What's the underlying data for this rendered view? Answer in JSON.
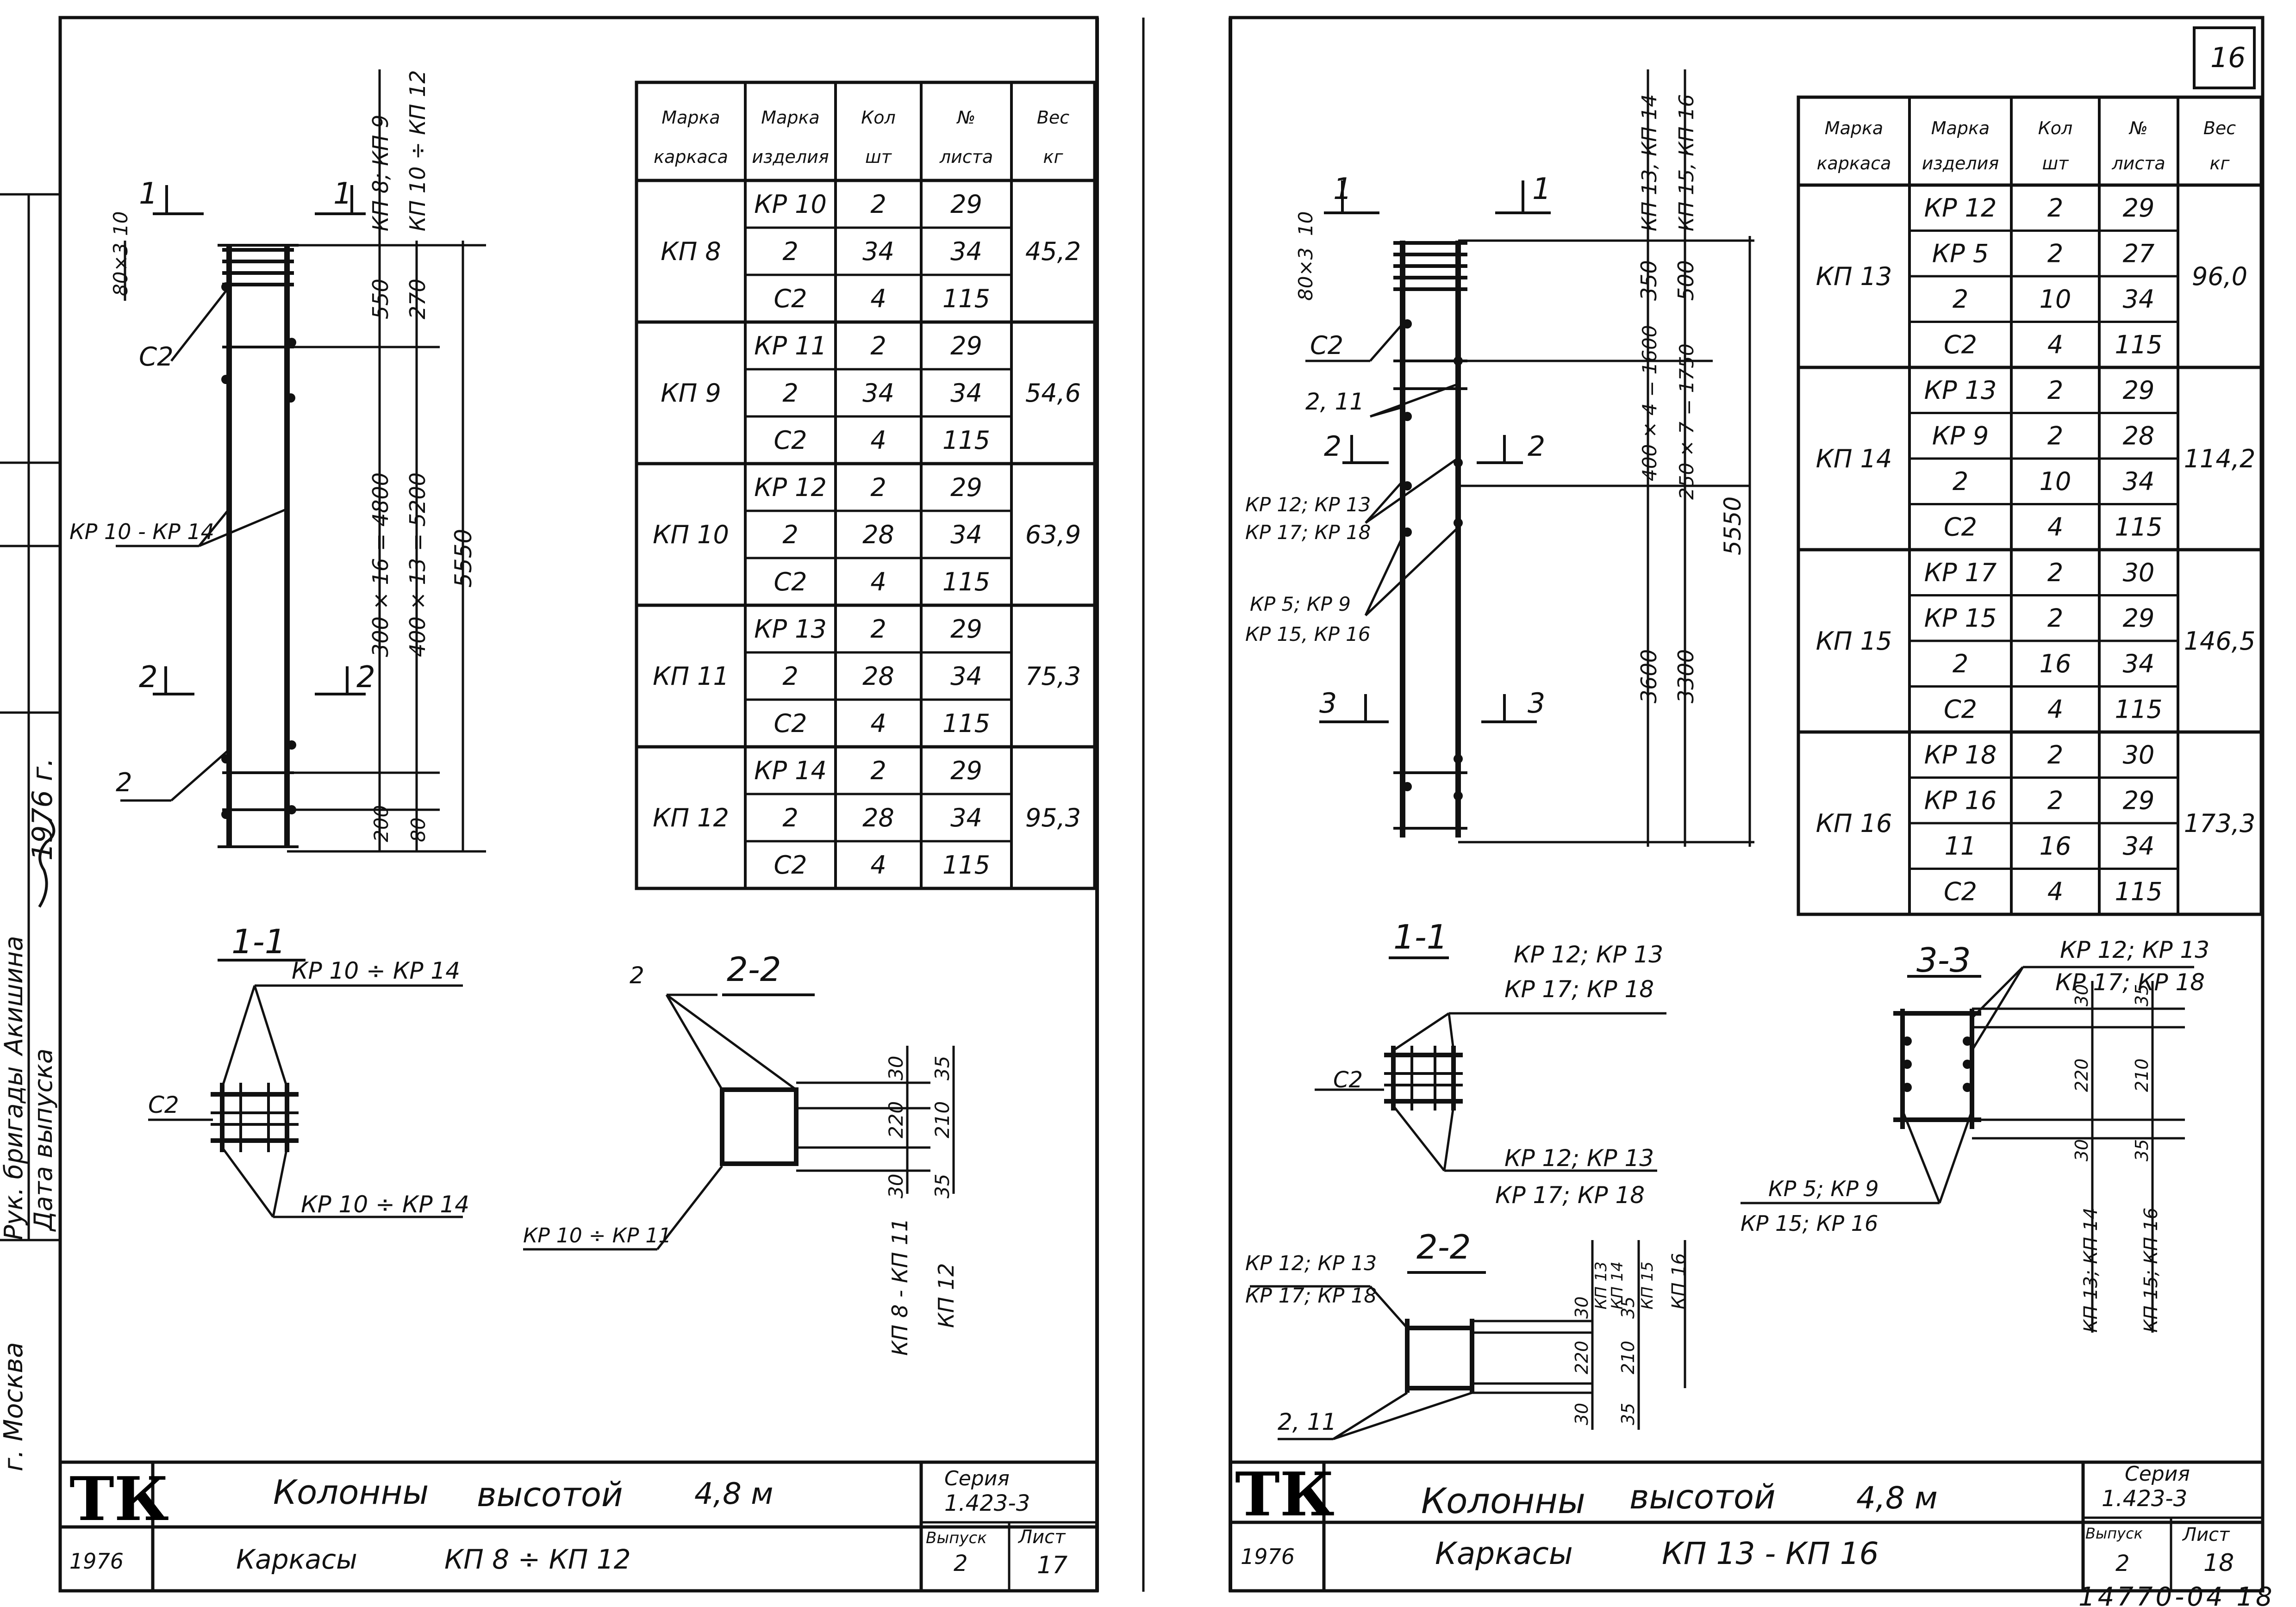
{
  "sheets": [
    {
      "title_block": {
        "logo": "ТК",
        "year": "1976",
        "title_line1": "Колонны",
        "title_line1b": "высотой",
        "title_height": "4,8 м",
        "title_line2": "Каркасы",
        "title_range": "КП 8 ÷ КП 12",
        "series_label": "Серия",
        "series_value": "1.423-3",
        "issue_label": "Выпуск",
        "issue_value": "2",
        "sheet_label": "Лист",
        "sheet_value": "17"
      },
      "table": {
        "headers": [
          "Марка каркаса",
          "Марка изделия",
          "Кол шт",
          "№ листа",
          "Вес кг"
        ],
        "groups": [
          {
            "frame": "КП 8",
            "weight": "45,2",
            "rows": [
              [
                "КР 10",
                "2",
                "29"
              ],
              [
                "2",
                "34",
                "34"
              ],
              [
                "С2",
                "4",
                "115"
              ]
            ]
          },
          {
            "frame": "КП 9",
            "weight": "54,6",
            "rows": [
              [
                "КР 11",
                "2",
                "29"
              ],
              [
                "2",
                "34",
                "34"
              ],
              [
                "С2",
                "4",
                "115"
              ]
            ]
          },
          {
            "frame": "КП 10",
            "weight": "63,9",
            "rows": [
              [
                "КР 12",
                "2",
                "29"
              ],
              [
                "2",
                "28",
                "34"
              ],
              [
                "С2",
                "4",
                "115"
              ]
            ]
          },
          {
            "frame": "КП 11",
            "weight": "75,3",
            "rows": [
              [
                "КР 13",
                "2",
                "29"
              ],
              [
                "2",
                "28",
                "34"
              ],
              [
                "С2",
                "4",
                "115"
              ]
            ]
          },
          {
            "frame": "КП 12",
            "weight": "95,3",
            "rows": [
              [
                "КР 14",
                "2",
                "29"
              ],
              [
                "2",
                "28",
                "34"
              ],
              [
                "С2",
                "4",
                "115"
              ]
            ]
          }
        ]
      },
      "labels": {
        "c2": "С2",
        "kr_range": "КР 10 - КР 14",
        "two": "2",
        "one": "1",
        "dim_80x3": "80×3",
        "dim_10": "10",
        "dim_550": "550",
        "dim_270": "270",
        "dim_300x16": "300 × 16 = 4800",
        "dim_400x13": "400 × 13 = 5200",
        "dim_5550": "5550",
        "dim_200": "200",
        "dim_80": "80",
        "mark_kp8_9": "КП 8; КП 9",
        "mark_kp10_12": "КП 10 ÷ КП 12",
        "sec_1_1": "1-1",
        "sec_2_2": "2-2",
        "kr10_14a": "КР 10 ÷ КР 14",
        "kr10_14b": "КР 10 ÷ КР 14",
        "kr10_11": "КР 10 ÷ КР 11",
        "d30": "30",
        "d220": "220",
        "d35": "35",
        "d210": "210",
        "kp8_11": "КП 8 - КП 11",
        "kp12": "КП 12"
      }
    },
    {
      "title_block": {
        "logo": "ТК",
        "year": "1976",
        "title_line1": "Колонны",
        "title_line1b": "высотой",
        "title_height": "4,8 м",
        "title_line2": "Каркасы",
        "title_range": "КП 13 - КП 16",
        "series_label": "Серия",
        "series_value": "1.423-3",
        "issue_label": "Выпуск",
        "issue_value": "2",
        "sheet_label": "Лист",
        "sheet_value": "18"
      },
      "corner_number": "16",
      "footer_stamp": "14770-04 18",
      "table": {
        "headers": [
          "Марка каркаса",
          "Марка изделия",
          "Кол шт",
          "№ листа",
          "Вес кг"
        ],
        "groups": [
          {
            "frame": "КП 13",
            "weight": "96,0",
            "rows": [
              [
                "КР 12",
                "2",
                "29"
              ],
              [
                "КР 5",
                "2",
                "27"
              ],
              [
                "2",
                "10",
                "34"
              ],
              [
                "С2",
                "4",
                "115"
              ]
            ]
          },
          {
            "frame": "КП 14",
            "weight": "114,2",
            "rows": [
              [
                "КР 13",
                "2",
                "29"
              ],
              [
                "КР 9",
                "2",
                "28"
              ],
              [
                "2",
                "10",
                "34"
              ],
              [
                "С2",
                "4",
                "115"
              ]
            ]
          },
          {
            "frame": "КП 15",
            "weight": "146,5",
            "rows": [
              [
                "КР 17",
                "2",
                "30"
              ],
              [
                "КР 15",
                "2",
                "29"
              ],
              [
                "2",
                "16",
                "34"
              ],
              [
                "С2",
                "4",
                "115"
              ]
            ]
          },
          {
            "frame": "КП 16",
            "weight": "173,3",
            "rows": [
              [
                "КР 18",
                "2",
                "30"
              ],
              [
                "КР 16",
                "2",
                "29"
              ],
              [
                "11",
                "16",
                "34"
              ],
              [
                "С2",
                "4",
                "115"
              ]
            ]
          }
        ]
      },
      "labels": {
        "c2": "С2",
        "one": "1",
        "two": "2",
        "three": "3",
        "two_eleven": "2, 11",
        "kr12_13": "КР 12; КР 13",
        "kr17_18": "КР 17; КР 18",
        "kr5_9": "КР 5; КР 9",
        "kr15_16": "КР 15, КР 16",
        "dim_80x3": "80×3",
        "dim_10": "10",
        "dim_350": "350",
        "dim_500": "500",
        "dim_400x4": "400 × 4 = 1600",
        "dim_250x7": "250 × 7 = 1750",
        "dim_5550": "5550",
        "dim_3600": "3600",
        "dim_3300": "3300",
        "mark_kp13_14": "КП 13, КП 14",
        "mark_kp15_16": "КП 15, КП 16",
        "sec_1_1": "1-1",
        "sec_2_2": "2-2",
        "sec_3_3": "3-3",
        "s11_a": "КР 12; КР 13",
        "s11_b": "КР 17; КР 18",
        "s11_c": "КР 12; КР 13",
        "s11_d": "КР 17; КР 18",
        "s22_a": "КР 12; КР 13",
        "s22_b": "КР 17; КР 18",
        "s22_c": "2, 11",
        "s33_a": "КР 12; КР 13",
        "s33_b": "КР 17; КР 18",
        "s33_c": "КР 5; КР 9",
        "s33_d": "КР 15; КР 16",
        "d30": "30",
        "d220": "220",
        "d35": "35",
        "d210": "210",
        "kp13": "КП 13",
        "kp14": "КП 14",
        "kp15": "КП 15",
        "kp16": "КП 16",
        "kp13_14": "КП 13; КП 14",
        "kp15_16": "КП 15; КП 16"
      }
    }
  ],
  "side_stamp": {
    "year": "1976 г.",
    "line1": "Рук. бригады",
    "line1_name": "Акишина",
    "line2": "Дата выпуска",
    "city": "г. Москва"
  }
}
